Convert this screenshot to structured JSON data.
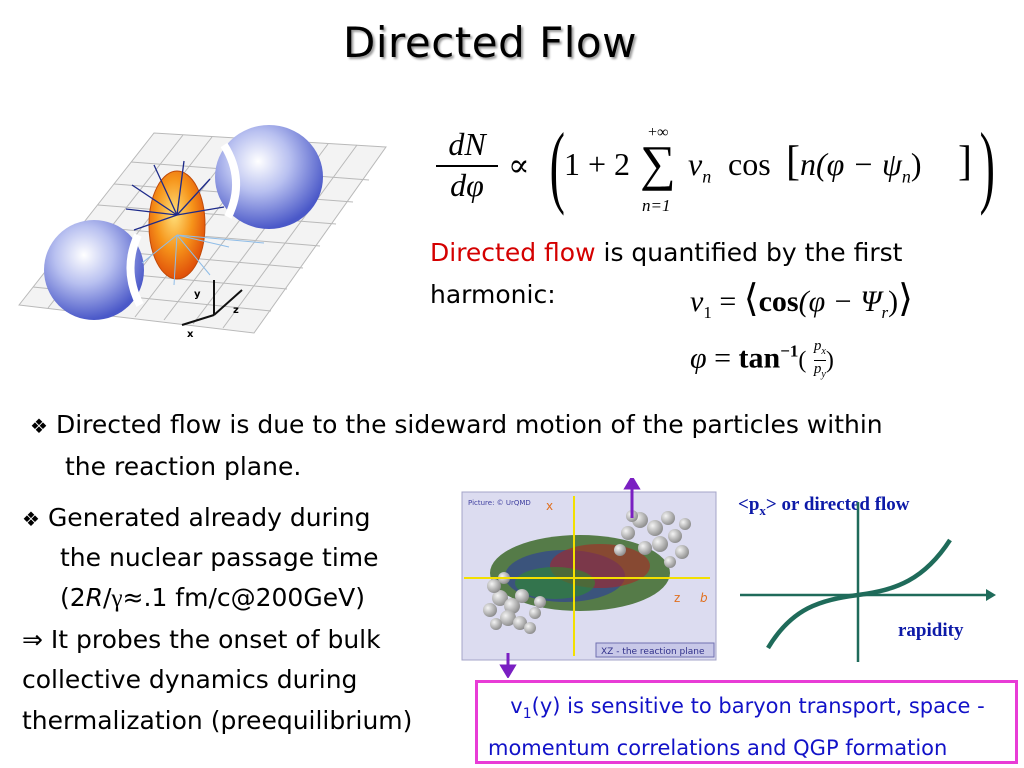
{
  "title": "Directed  Flow",
  "formula_main": {
    "lhs_num": "dN",
    "lhs_den": "dφ",
    "propto": "∝",
    "sum_upper": "+∞",
    "sum_lower": "n=1",
    "body_start": "1 + 2",
    "body_v": "v",
    "body_n": "n",
    "body_cos": "cos",
    "body_arg": "n(φ − ψ",
    "body_arg_sub": "n",
    "body_close": ")"
  },
  "intro": {
    "highlight": "Directed flow",
    "rest": " is quantified by the first",
    "line2": "harmonic:"
  },
  "formula_v1": {
    "lhs": "v",
    "lhs_sub": "1",
    "eq": " = ",
    "cos": "cos",
    "arg": "(φ − Ψ",
    "arg_sub": "r",
    "close": ")"
  },
  "formula_phi": {
    "lhs": "φ",
    "eq": " = ",
    "tan": "tan",
    "exp": "−1",
    "open": "(",
    "num": "p",
    "num_sub": "x",
    "den": "p",
    "den_sub": "y",
    "close": ")"
  },
  "bullet1": {
    "icon": "❖",
    "line1": "Directed flow is due to the sideward motion of the particles within",
    "line2": "the reaction plane."
  },
  "bullet2": {
    "icon": "❖",
    "line1": "Generated already during",
    "line2": "the nuclear passage time",
    "line3_pre": "(2",
    "line3_R": "R",
    "line3_slash": "/",
    "line3_gamma": "γ",
    "line3_post": "≈.1 fm/c@200GeV)"
  },
  "implication": {
    "line1": "⇒ It probes the onset of bulk",
    "line2": "collective dynamics during",
    "line3": "thermalization (preequilibrium)"
  },
  "sim_image": {
    "credit": "Picture: © UrQMD",
    "axis_x": "x",
    "axis_z": "z",
    "axis_b": "b",
    "caption": "XZ - the reaction plane"
  },
  "diagram_axes": {
    "y": "y",
    "z": "z",
    "x": "x"
  },
  "sketch": {
    "ylabel_pre": "<p",
    "ylabel_sub": "x",
    "ylabel_post": "> or directed flow",
    "xlabel": "rapidity",
    "axis_color": "#1f6b5a",
    "curve_color": "#1f6b5a"
  },
  "conclusion": {
    "v": "v",
    "v_sub": "1",
    "line1_rest": "(y) is sensitive to baryon transport, space -",
    "line2": "momentum correlations and QGP formation"
  },
  "colors": {
    "highlight": "#d40000",
    "box_border": "#e83cd6",
    "box_text": "#1212c8",
    "arrow_purple": "#7a1fc2",
    "nucleus_blue": "#6a78d6",
    "fireball_orange": "#f07a12"
  }
}
